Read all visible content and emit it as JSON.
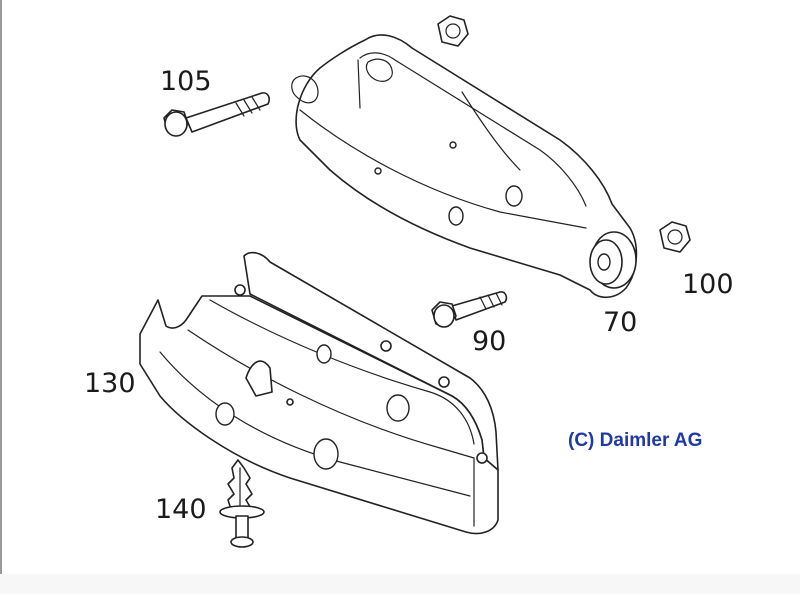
{
  "copyright": {
    "text": "(C) Daimler AG",
    "color": "#1f3aa6"
  },
  "callouts": {
    "p105": "105",
    "p100": "100",
    "p70": "70",
    "p90": "90",
    "p130": "130",
    "p140": "140"
  },
  "parts": [
    {
      "number": "70",
      "shape": "control-arm"
    },
    {
      "number": "90",
      "shape": "bolt"
    },
    {
      "number": "100",
      "shape": "hex-nut"
    },
    {
      "number": "105",
      "shape": "bolt"
    },
    {
      "number": "130",
      "shape": "cover-panel"
    },
    {
      "number": "140",
      "shape": "expanding-rivet"
    }
  ]
}
